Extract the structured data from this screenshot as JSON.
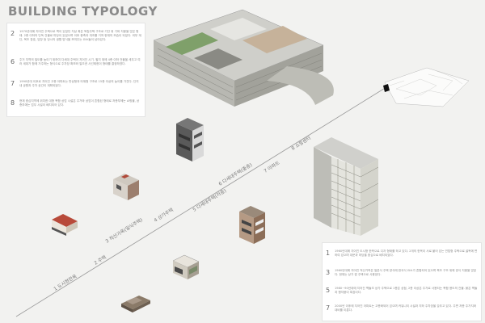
{
  "title": "BUILDING TYPOLOGY",
  "descriptions_top": [
    {
      "num": "2",
      "text": "1970년대에 지어진 주택으로 벽이 있었던 지상 혹은 독립주택 구조로 기단 위 기와 지붕을 얹은 형태. 2층 이하의 단독 건물로 마당이 있었으며 이후 증축과 개조를 거쳐 현재의 모습이 되었다. 외부 계단, 목조 창호, 담장 등 당시의 생활 방식을 보여주는 요소들이 남아있다."
    },
    {
      "num": "6",
      "text": "주거 지역의 밀도를 높이기 위하여 다세대 주택이 지어진 시기. 필지 위에 4층 이하 건물을 세우고 여러 세대가 함께 거주하는 형식으로 주차장 확보와 일조권 사선제한이 형태를 결정하였다."
    },
    {
      "num": "7",
      "text": "1990년대 이후로 지어진 고층 아파트는 판상형과 타워형 구조로 15층 이상의 높이를 가진다. 단지 내 공원과 주차 공간이 계획되었다."
    },
    {
      "num": "8",
      "text": "현재 중심지역에 위치한 대형 복합 상업 시설은 주거와 상업이 혼합된 형태로 저층부에는 쇼핑몰, 상층부에는 업무 시설이 배치되어 있다."
    }
  ],
  "descriptions_bottom": [
    {
      "num": "1",
      "text": "1960년대에 지어진 도시형 한옥으로 디자 형태를 하고 있다. 2개의 한옥이 서로 붙어 있는 연립형 주택으로 골목에 면하여 있으며 대문과 마당을 중심으로 배치되었다."
    },
    {
      "num": "3",
      "text": "1960년대에 지어진 적산가옥은 일본식 주택 양식에 한국식 요소가 혼합되어 있으며 목조 구조 위에 양식 지붕을 얹었다. 현재는 상가 겸 주택으로 사용된다."
    },
    {
      "num": "5",
      "text": "1980~90년대에 지어진 벽돌조 상가 주택으로 1층은 상점, 2층 이상은 주거로 사용되는 복합 용도의 건물. 붉은 벽돌과 평지붕이 특징이다."
    },
    {
      "num": "7",
      "text": "2000년 이후에 지어진 아파트는 고층화되어 있으며 커뮤니티 시설과 지하 주차장을 갖추고 있다. 주변 저층 주거지와 대비를 이룬다."
    }
  ],
  "timeline": [
    {
      "num": "1",
      "label": "도시형한옥"
    },
    {
      "num": "2",
      "label": "주택"
    },
    {
      "num": "3",
      "label": "적산가옥(일식주택)"
    },
    {
      "num": "4",
      "label": "상가주택"
    },
    {
      "num": "5",
      "label": "다세대주택(저층)"
    },
    {
      "num": "6",
      "label": "다세대주택(중층)"
    },
    {
      "num": "7",
      "label": "아파트"
    },
    {
      "num": "8",
      "label": "쇼핑센터"
    }
  ],
  "colors": {
    "accent": "#4a7a3a",
    "background": "#f2f2f0",
    "line": "#999999"
  }
}
